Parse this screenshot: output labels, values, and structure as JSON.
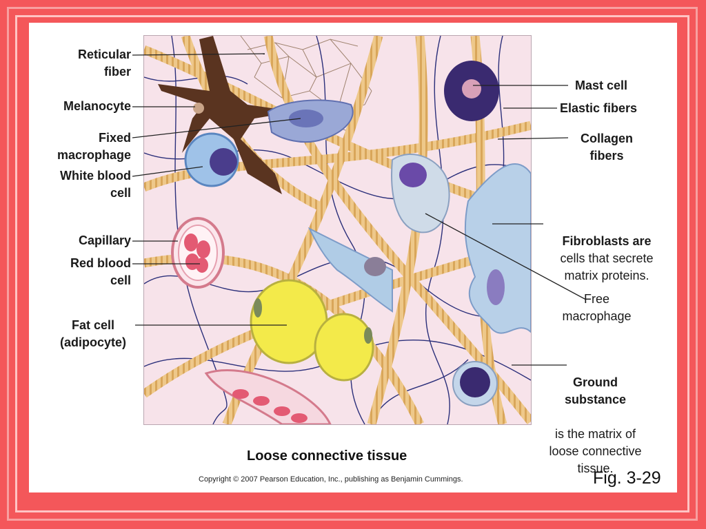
{
  "labels": {
    "reticular_fiber": "Reticular\nfiber",
    "melanocyte": "Melanocyte",
    "fixed_macrophage": "Fixed\nmacrophage",
    "white_blood_cell": "White blood\ncell",
    "capillary": "Capillary",
    "red_blood_cell": "Red blood\ncell",
    "fat_cell": "Fat cell\n(adipocyte)",
    "mast_cell": "Mast cell",
    "elastic_fibers": "Elastic fibers",
    "collagen_fibers": "Collagen\nfibers",
    "fibroblasts_bold": "Fibroblasts",
    "fibroblasts_rest1": " are",
    "fibroblasts_rest2": "cells that secrete\nmatrix proteins.",
    "free_macrophage": "Free\nmacrophage",
    "ground_substance_bold": "Ground\nsubstance",
    "ground_substance_rest": "is the matrix of\nloose connective\ntissue."
  },
  "caption": "Loose connective tissue",
  "copyright": "Copyright © 2007 Pearson Education, Inc., publishing as Benjamin Cummings.",
  "figure_number": "Fig. 3-29",
  "colors": {
    "background_red": "#f4575a",
    "ground_substance": "#f7e3ea",
    "collagen": "#e9c27c",
    "elastic": "#2b2f7a",
    "fat": "#f3ea4a",
    "melanocyte": "#5a3420"
  }
}
